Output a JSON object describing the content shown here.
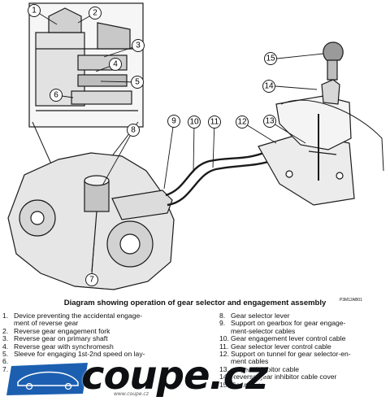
{
  "caption": "Diagram showing operation of gear selector and engagement assembly",
  "ref_code": "P3M12AB01",
  "callouts": [
    "1",
    "2",
    "3",
    "4",
    "5",
    "6",
    "7",
    "8",
    "9",
    "10",
    "11",
    "12",
    "13",
    "14",
    "15"
  ],
  "legend_left": [
    {
      "num": "1.",
      "text": "Device preventing the accidental engage-"
    },
    {
      "num": "",
      "text": "ment of reverse gear"
    },
    {
      "num": "2.",
      "text": "Reverse gear engagement fork"
    },
    {
      "num": "3.",
      "text": "Reverse gear on primary shaft"
    },
    {
      "num": "4.",
      "text": "Reverse gear with synchromesh"
    },
    {
      "num": "5.",
      "text": "Sleeve for engaging 1st-2nd speed on lay-"
    },
    {
      "num": "6.",
      "text": ""
    },
    {
      "num": "7.",
      "text": ""
    }
  ],
  "legend_right": [
    {
      "num": "8.",
      "text": "Gear selector lever"
    },
    {
      "num": "9.",
      "text": "Support on gearbox for gear engage-"
    },
    {
      "num": "",
      "text": "ment-selector cables"
    },
    {
      "num": "10.",
      "text": "Gear engagement lever control cable"
    },
    {
      "num": "11.",
      "text": "Gear selector lever control cable"
    },
    {
      "num": "12.",
      "text": "Support on tunnel for gear selector-en-"
    },
    {
      "num": "",
      "text": "ment cables"
    },
    {
      "num": "13.",
      "text": "se gear inhibitor cable"
    },
    {
      "num": "14.",
      "text": "Reverse gear inhibitor cable cover"
    },
    {
      "num": "15.",
      "text": "Gear lever"
    }
  ],
  "watermark": {
    "brand": "coupe.cz",
    "tagline": "www.coupe.cz"
  },
  "colors": {
    "line": "#111111",
    "logo_blue": "#1c5fb0",
    "background": "#ffffff"
  }
}
